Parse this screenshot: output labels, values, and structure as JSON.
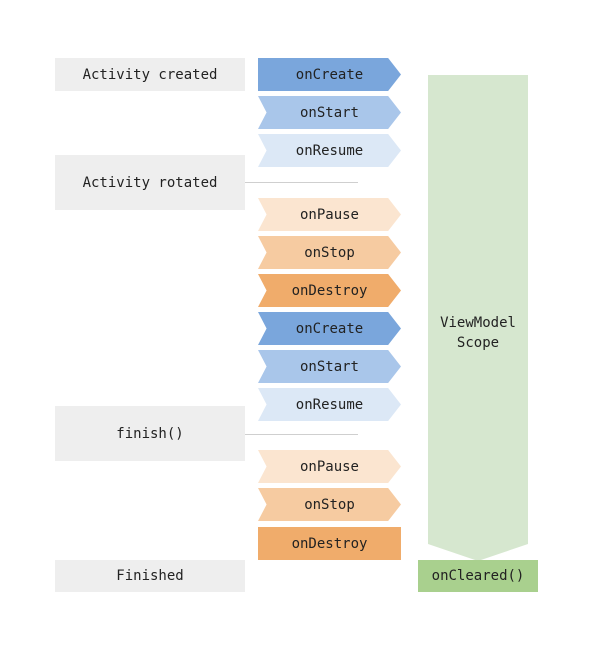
{
  "events": {
    "activity_created": "Activity created",
    "activity_rotated": "Activity rotated",
    "finish": "finish()",
    "finished": "Finished"
  },
  "lifecycle": [
    {
      "label": "onCreate",
      "color": "#7aa6dc"
    },
    {
      "label": "onStart",
      "color": "#a9c6ea"
    },
    {
      "label": "onResume",
      "color": "#dce8f6"
    },
    {
      "label": "onPause",
      "color": "#fbe5d0"
    },
    {
      "label": "onStop",
      "color": "#f6cba1"
    },
    {
      "label": "onDestroy",
      "color": "#f0ac6b"
    },
    {
      "label": "onCreate",
      "color": "#7aa6dc"
    },
    {
      "label": "onStart",
      "color": "#a9c6ea"
    },
    {
      "label": "onResume",
      "color": "#dce8f6"
    },
    {
      "label": "onPause",
      "color": "#fbe5d0"
    },
    {
      "label": "onStop",
      "color": "#f6cba1"
    },
    {
      "label": "onDestroy",
      "color": "#f0ac6b"
    }
  ],
  "viewmodel_scope": {
    "line1": "ViewModel",
    "line2": "Scope",
    "color": "#d6e7cf"
  },
  "on_cleared": {
    "label": "onCleared()",
    "color": "#a9d08e"
  }
}
